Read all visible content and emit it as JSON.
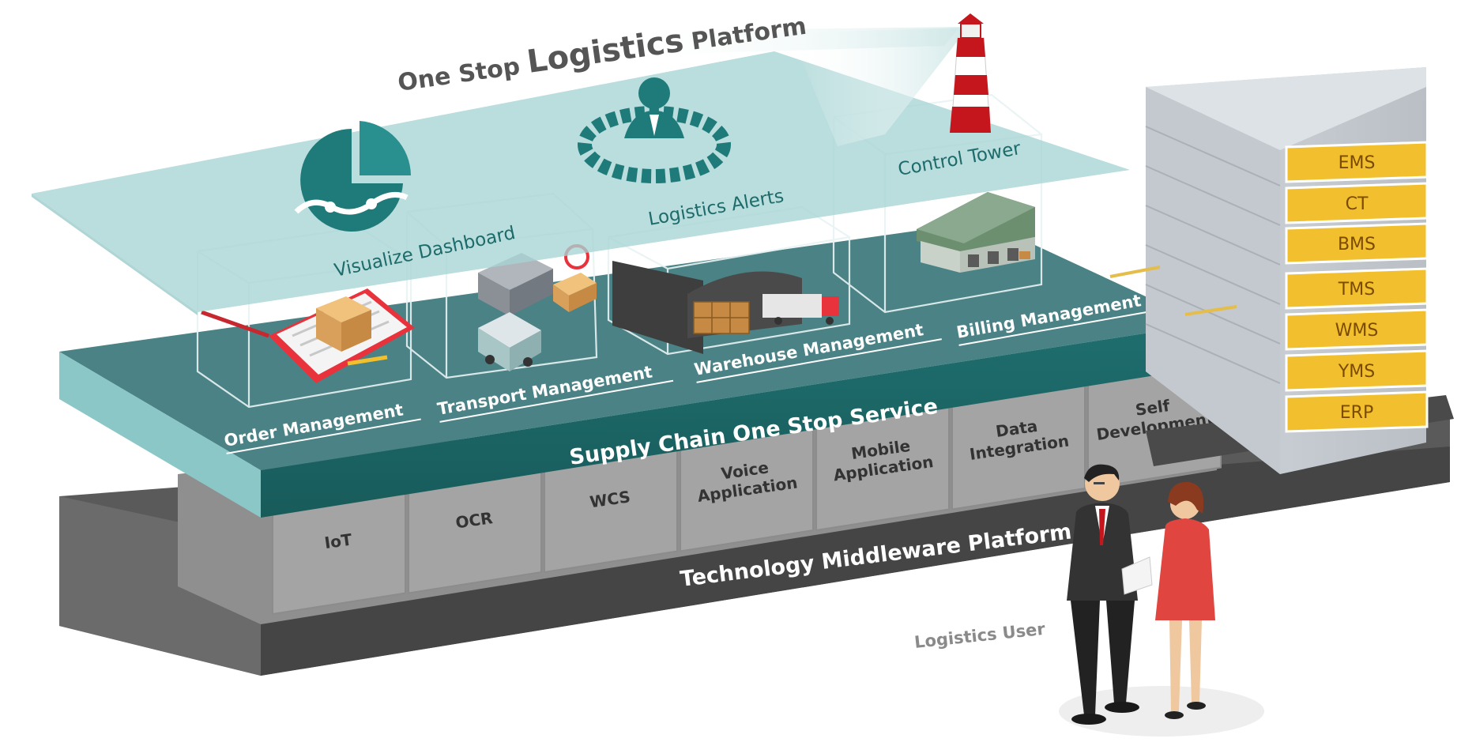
{
  "platform_title": {
    "prefix": "One Stop",
    "emphasis": "Logistics",
    "suffix": "Platform"
  },
  "top_layer": {
    "modules": [
      {
        "label": "Visualize Dashboard",
        "icon": "dashboard-pie-icon"
      },
      {
        "label": "Logistics Alerts",
        "icon": "alert-person-icon"
      },
      {
        "label": "Control Tower",
        "icon": "lighthouse-icon"
      }
    ]
  },
  "service_layer": {
    "title": "Supply Chain One Stop Service",
    "modules": [
      {
        "label": "Order Management",
        "icon": "clipboard-box-icon"
      },
      {
        "label": "Transport Management",
        "icon": "delivery-truck-icon"
      },
      {
        "label": "Warehouse Management",
        "icon": "warehouse-interior-icon"
      },
      {
        "label": "Billing Management",
        "icon": "warehouse-building-icon"
      }
    ]
  },
  "middleware_layer": {
    "title": "Technology Middleware Platform",
    "blocks": [
      {
        "line1": "IoT",
        "line2": ""
      },
      {
        "line1": "OCR",
        "line2": ""
      },
      {
        "line1": "WCS",
        "line2": ""
      },
      {
        "line1": "Voice",
        "line2": "Application"
      },
      {
        "line1": "Mobile",
        "line2": "Application"
      },
      {
        "line1": "Data",
        "line2": "Integration"
      },
      {
        "line1": "Self",
        "line2": "Development"
      }
    ]
  },
  "systems_stack": {
    "items": [
      "EMS",
      "CT",
      "BMS",
      "TMS",
      "WMS",
      "YMS",
      "ERP"
    ]
  },
  "user": {
    "label": "Logistics User"
  },
  "colors": {
    "teal_dark": "#1f6e6e",
    "teal_panel": "#4a8285",
    "teal_light": "#a6d4d4",
    "middleware_gray": "#a4a4a4",
    "base_dark": "#4d4d4d",
    "system_yellow": "#f2c02e"
  }
}
